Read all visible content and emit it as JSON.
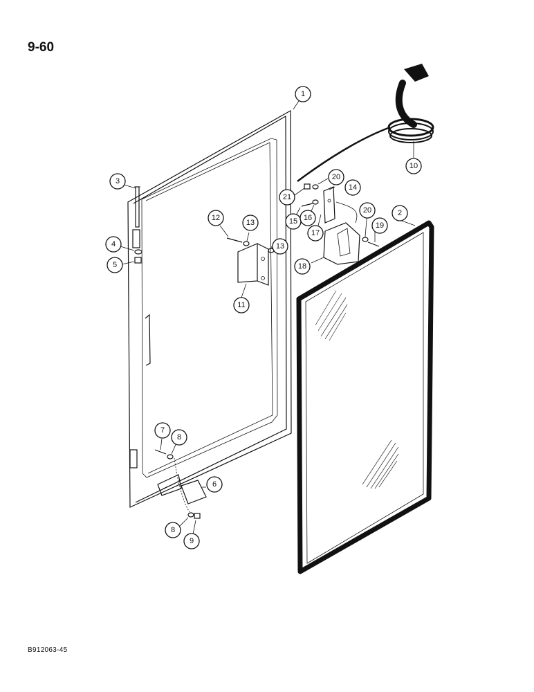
{
  "page_number": "9-60",
  "figure_code": "B912063-45",
  "callouts": [
    "1",
    "2",
    "3",
    "4",
    "5",
    "6",
    "7",
    "8",
    "8",
    "9",
    "10",
    "11",
    "12",
    "13",
    "13",
    "14",
    "15",
    "16",
    "17",
    "18",
    "19",
    "20",
    "20",
    "21"
  ]
}
